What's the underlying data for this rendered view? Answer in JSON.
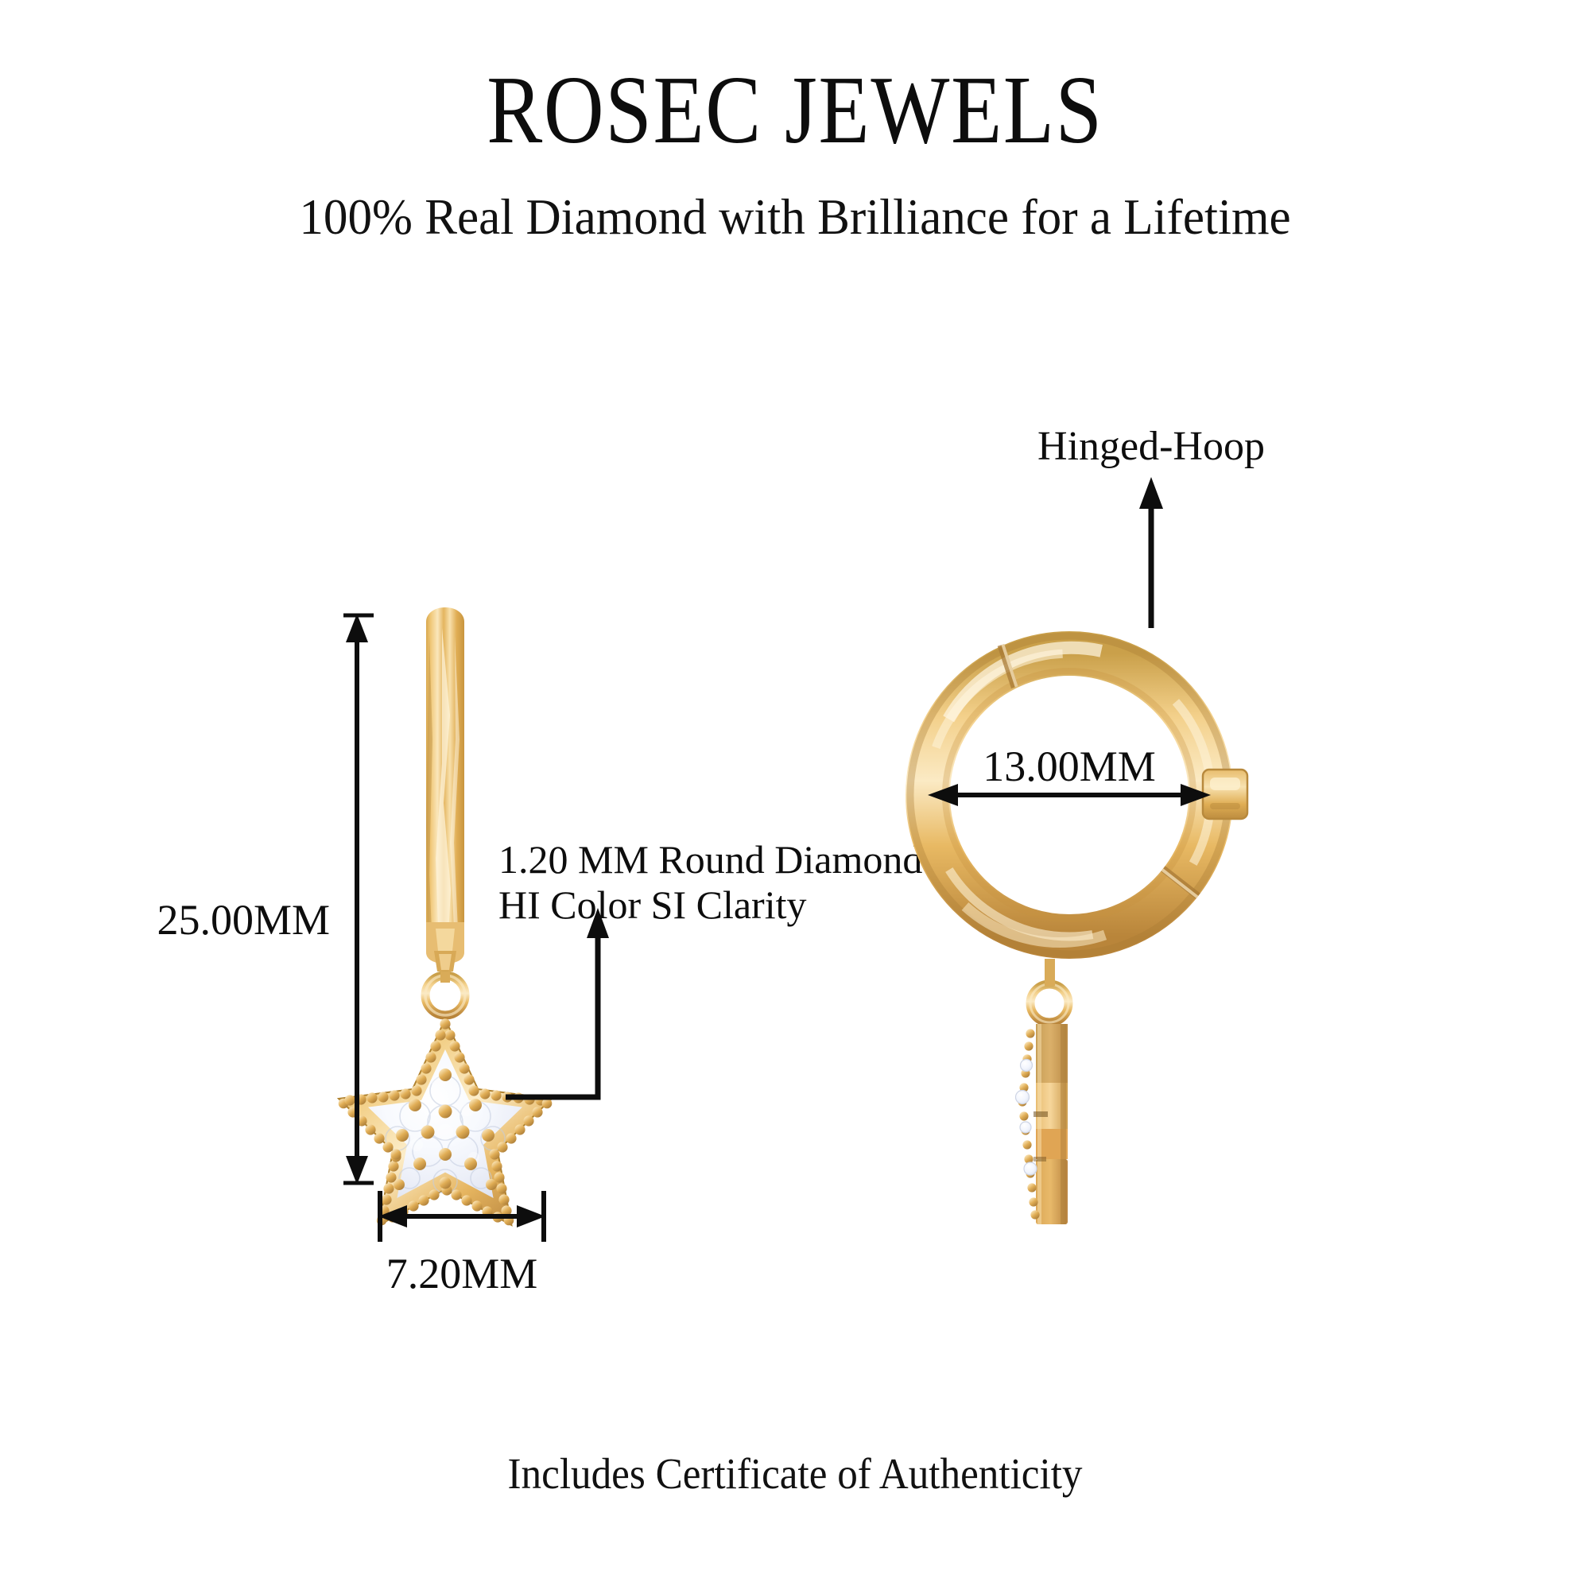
{
  "header": {
    "title": "ROSEC JEWELS",
    "tagline": "100% Real Diamond with Brilliance for a Lifetime"
  },
  "footer": {
    "certificate_text": "Includes Certificate of Authenticity"
  },
  "product": {
    "type": "star-drop-hinged-hoop-earring",
    "metal_color": "#e7b75c",
    "views": [
      {
        "name": "front-view",
        "position": "left"
      },
      {
        "name": "side-view",
        "position": "right"
      }
    ]
  },
  "annotations": {
    "height": {
      "name": "total-height",
      "value": "25.00MM",
      "orientation": "vertical",
      "view": "front-view"
    },
    "width": {
      "name": "star-width",
      "value": "7.20MM",
      "orientation": "horizontal",
      "view": "front-view"
    },
    "stone": {
      "name": "diamond-spec",
      "line1": "1.20 MM Round Diamond",
      "line2": "HI Color SI Clarity",
      "view": "front-view"
    },
    "hoop_diameter": {
      "name": "hoop-inner-diameter",
      "value": "13.00MM",
      "orientation": "horizontal",
      "view": "side-view"
    },
    "closure": {
      "name": "closure-type",
      "value": "Hinged-Hoop",
      "view": "side-view"
    }
  },
  "colors": {
    "gold_light": "#f7dfa8",
    "gold_mid": "#e9bc67",
    "gold_deep": "#caa14b",
    "gold_shadow": "#a9803a",
    "diamond": "#fbfcff",
    "ink": "#0d0d0d",
    "background": "#ffffff"
  }
}
